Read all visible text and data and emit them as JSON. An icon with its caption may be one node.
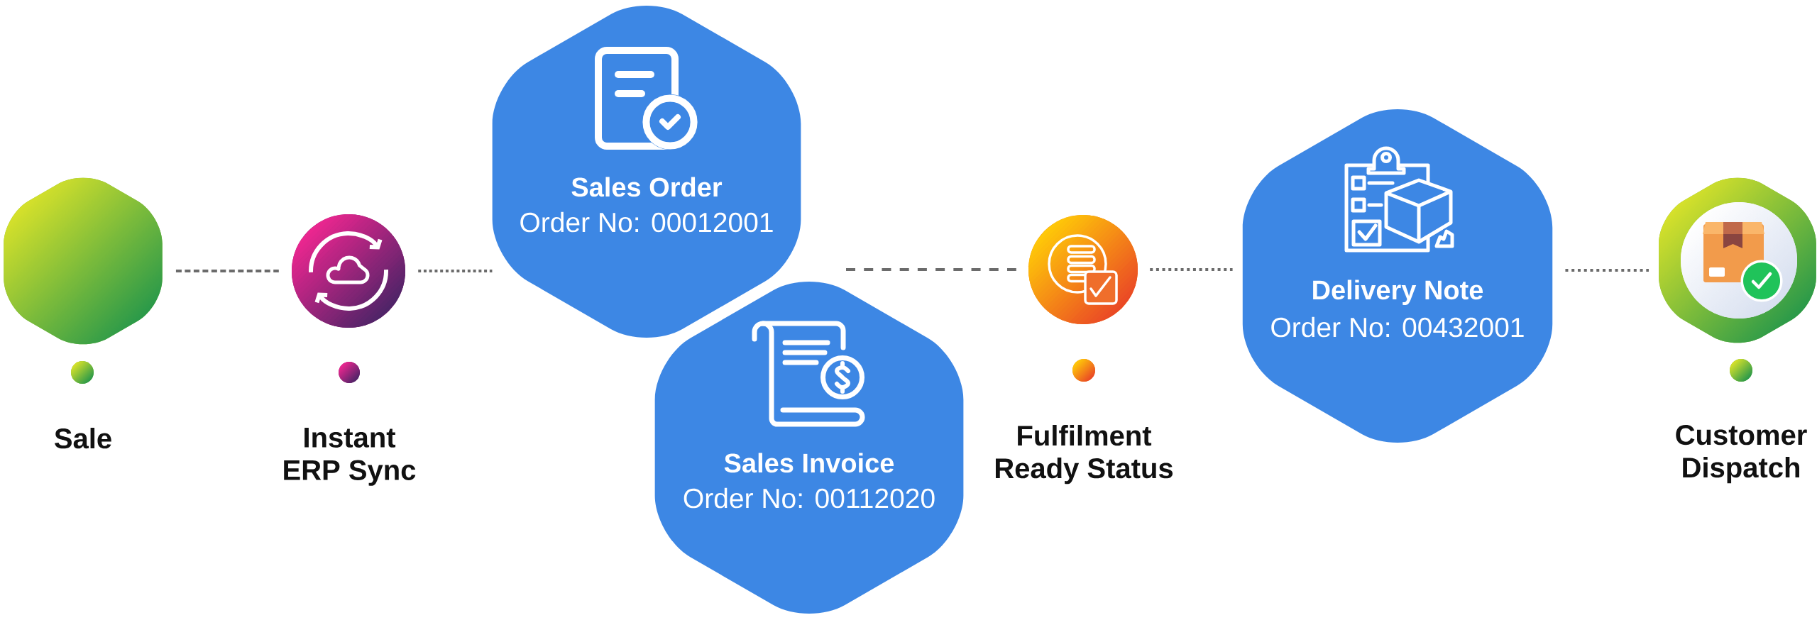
{
  "diagram": {
    "nodes": [
      {
        "text": [],
        "shape": "hexagon"
      },
      {
        "text": [],
        "shape": "circle"
      },
      {
        "text": [
          "Sales Order",
          "Order No: 00012001"
        ]
      },
      {
        "text": [
          "Sales Invoice",
          "Order No: 00112020"
        ]
      },
      {
        "text": [],
        "shape": "circle"
      },
      {
        "text": [
          "Delivery Note",
          "Order No: 00432001"
        ]
      },
      {
        "text": [],
        "shape": "hexagon"
      }
    ],
    "edges": [
      {
        "from": 0,
        "to": 1,
        "arrow": "none",
        "style": "dashed"
      },
      {
        "from": 1,
        "to": 2,
        "arrow": "none",
        "style": "dashed"
      },
      {
        "from": 3,
        "to": 4,
        "arrow": "none",
        "style": "dashed"
      },
      {
        "from": 4,
        "to": 5,
        "arrow": "none",
        "style": "dashed"
      },
      {
        "from": 5,
        "to": 6,
        "arrow": "none",
        "style": "dashed"
      }
    ],
    "labels": [
      "Sale",
      "Instant ERP Sync",
      "Fulfilment Ready Status",
      "Customer Dispatch"
    ]
  }
}
